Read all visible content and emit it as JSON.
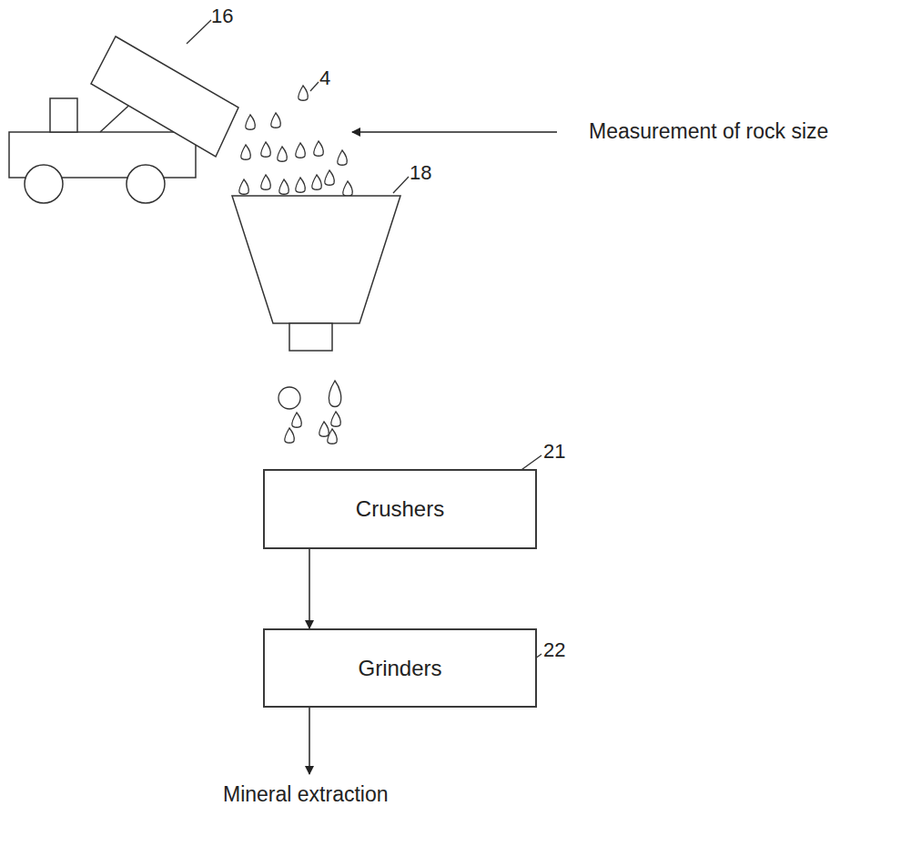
{
  "diagram": {
    "nodes": [
      {
        "text": [
          "Crushers"
        ]
      },
      {
        "text": [
          "Grinders"
        ]
      }
    ],
    "edges": [
      {
        "from": 0,
        "to": 1,
        "arrow": "to"
      }
    ],
    "labels": [
      "16",
      "4",
      "Measurement of rock size",
      "18",
      "21",
      "22",
      "Mineral extraction"
    ]
  }
}
